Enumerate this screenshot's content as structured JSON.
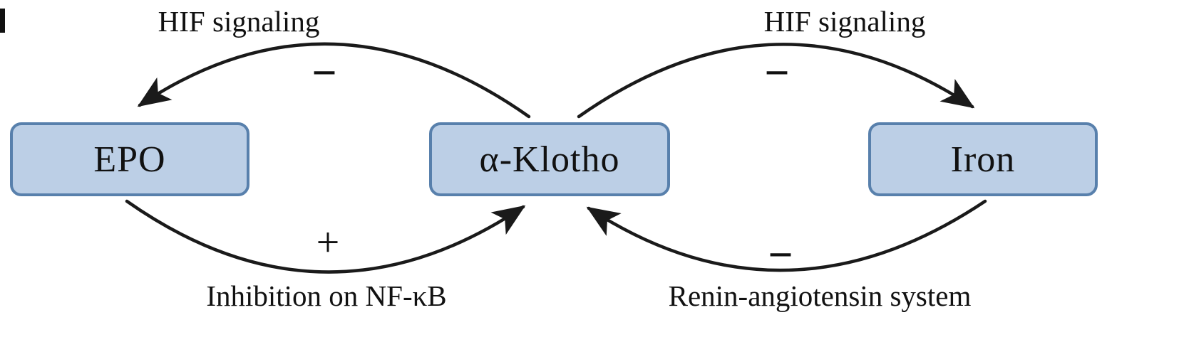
{
  "diagram": {
    "nodes": [
      {
        "id": "epo",
        "label": "EPO"
      },
      {
        "id": "klotho",
        "label": "α-Klotho"
      },
      {
        "id": "iron",
        "label": "Iron"
      }
    ],
    "edges": [
      {
        "id": "top-left",
        "from": "klotho",
        "to": "epo",
        "label": "HIF signaling",
        "sign": "−"
      },
      {
        "id": "top-right",
        "from": "klotho",
        "to": "iron",
        "label": "HIF signaling",
        "sign": "−"
      },
      {
        "id": "bottom-left",
        "from": "epo",
        "to": "klotho",
        "label": "Inhibition on NF-κB",
        "sign": "+"
      },
      {
        "id": "bottom-right",
        "from": "iron",
        "to": "klotho",
        "label": "Renin-angiotensin system",
        "sign": "−"
      }
    ],
    "colors": {
      "node_fill": "#bccfe6",
      "node_border": "#5880ac",
      "arrow": "#1a1a1a"
    }
  }
}
